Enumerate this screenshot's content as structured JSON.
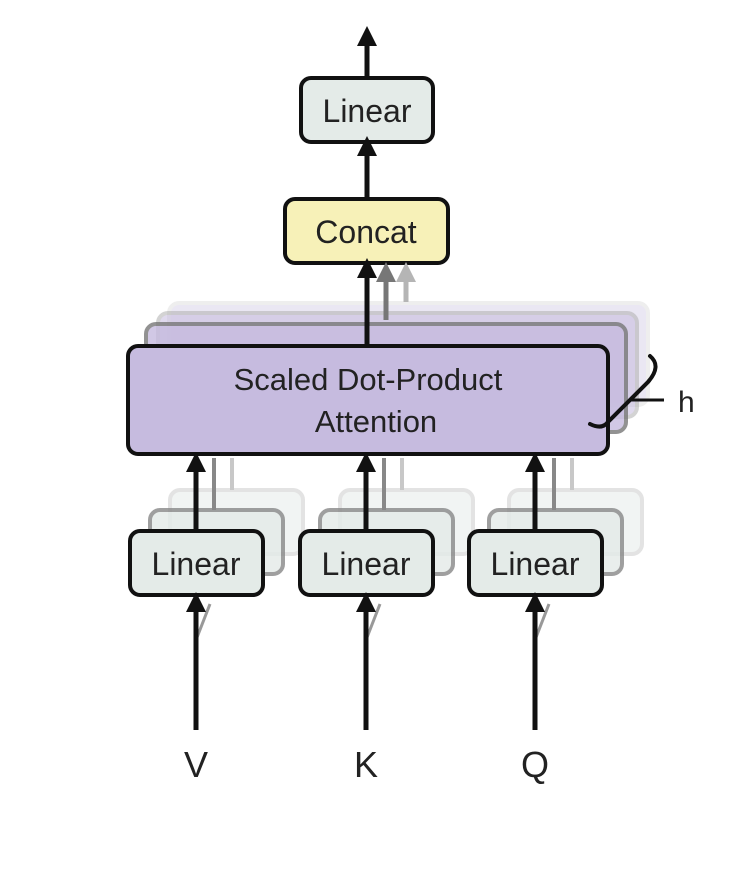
{
  "diagram": {
    "top_linear": "Linear",
    "concat": "Concat",
    "attention_line1": "Scaled Dot-Product",
    "attention_line2": "Attention",
    "heads_label": "h",
    "linear_v": "Linear",
    "linear_k": "Linear",
    "linear_q": "Linear",
    "input_v": "V",
    "input_k": "K",
    "input_q": "Q"
  },
  "colors": {
    "linear_fill": "#e4ebe8",
    "concat_fill": "#f7f1b8",
    "attention_fill": "#c6bbdf",
    "stroke": "#111111"
  }
}
